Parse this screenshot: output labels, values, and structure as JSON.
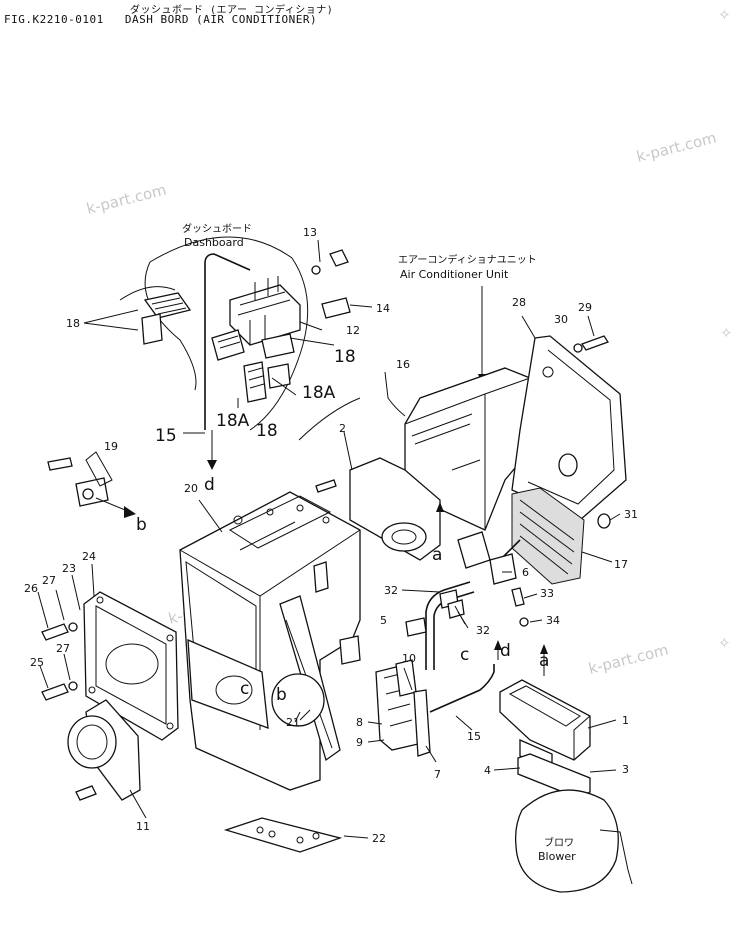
{
  "header": {
    "jp_title": "ダッシュボード (エアー コンディショナ)",
    "fig_no": "FIG.K2210-0101",
    "title": "DASH BORD (AIR CONDITIONER)"
  },
  "watermark": "k-part.com",
  "captions": {
    "dashboard_jp": "ダッシュボード",
    "dashboard_en": "Dashboard",
    "ac_unit_jp": "エアーコンディショナユニット",
    "ac_unit_en": "Air Conditioner Unit",
    "blower_jp": "ブロワ",
    "blower_en": "Blower"
  },
  "callouts": {
    "c1": "1",
    "c2": "2",
    "c3": "3",
    "c4": "4",
    "c5": "5",
    "c6": "6",
    "c7": "7",
    "c8": "8",
    "c9": "9",
    "c10": "10",
    "c11": "11",
    "c12": "12",
    "c13": "13",
    "c14": "14",
    "c15a": "15",
    "c15b": "15",
    "c16": "16",
    "c17": "17",
    "c18a": "18",
    "c18b": "18",
    "c18c": "18",
    "c18Aa": "18A",
    "c18Ab": "18A",
    "c19": "19",
    "c20": "20",
    "c21": "21",
    "c22": "22",
    "c23": "23",
    "c24": "24",
    "c25": "25",
    "c26": "26",
    "c27a": "27",
    "c27b": "27",
    "c28": "28",
    "c29": "29",
    "c30": "30",
    "c31": "31",
    "c32a": "32",
    "c32b": "32",
    "c33": "33",
    "c34": "34"
  },
  "connectors": {
    "a1": "a",
    "a2": "a",
    "b1": "b",
    "b2": "b",
    "c1": "c",
    "c2": "c",
    "d1": "d",
    "d2": "d"
  }
}
